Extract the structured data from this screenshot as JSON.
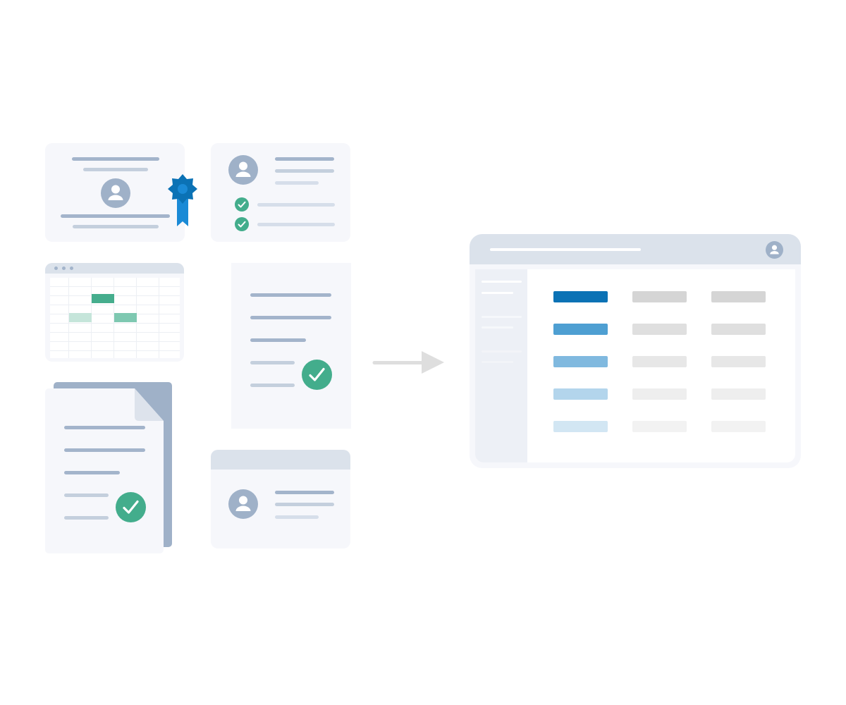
{
  "illustration": {
    "colors": {
      "page_bg": "#ffffff",
      "card_bg": "#f6f7fb",
      "bar_header": "#dbe2eb",
      "avatar": "#9fb1c8",
      "line": "#a3b4cb",
      "check_green": "#43ad8c",
      "ribbon_blue": "#1a8ad6",
      "badge_blue": "#0b72b5",
      "arrow": "#dedede"
    },
    "source_documents": [
      {
        "kind": "certificate",
        "icons": [
          "avatar-icon",
          "award-ribbon-icon"
        ]
      },
      {
        "kind": "profile-checklist",
        "icons": [
          "avatar-icon",
          "check-icon",
          "check-icon"
        ]
      },
      {
        "kind": "spreadsheet",
        "highlighted_cells": 3
      },
      {
        "kind": "approved-document",
        "icons": [
          "check-circle-icon"
        ]
      },
      {
        "kind": "approved-file",
        "icons": [
          "check-circle-icon"
        ]
      },
      {
        "kind": "contact-card",
        "icons": [
          "avatar-icon"
        ]
      }
    ],
    "transform_icon": "arrow-right-icon",
    "dashboard": {
      "icons": [
        "avatar-icon"
      ],
      "row_count": 5,
      "column_count": 3,
      "row_accent_colors": [
        "#0b72b5",
        "#4e9fd2",
        "#80b9df",
        "#b3d5ec",
        "#d2e6f3"
      ],
      "cell_colors": [
        "#d5d5d5",
        "#dfdfdf",
        "#e7e7e7",
        "#eeeeee",
        "#f2f2f2"
      ]
    }
  }
}
